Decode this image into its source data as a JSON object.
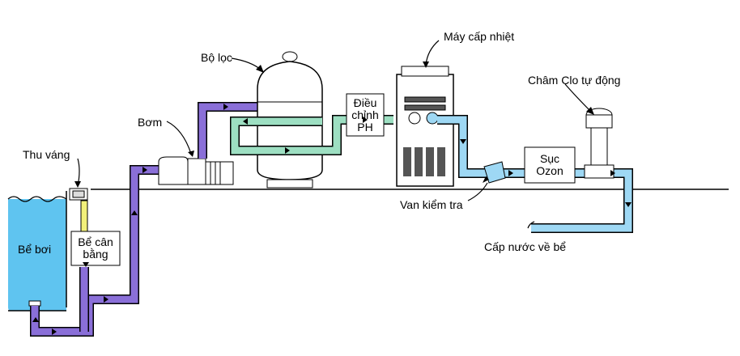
{
  "labels": {
    "thu_vang": "Thu váng",
    "be_boi": "Bể bơi",
    "be_can_bang_1": "Bể cân",
    "be_can_bang_2": "bằng",
    "bom": "Bơm",
    "bo_loc": "Bộ lọc",
    "dieu_chinh_ph_1": "Điều",
    "dieu_chinh_ph_2": "chỉnh",
    "dieu_chinh_ph_3": "PH",
    "may_cap_nhiet": "Máy cấp nhiệt",
    "cham_clo": "Châm Clo tự động",
    "suc_ozon_1": "Sục",
    "suc_ozon_2": "Ozon",
    "van_kiem_tra": "Van kiểm tra",
    "cap_nuoc_ve_be": "Cấp nước về bể"
  },
  "colors": {
    "pool_water": "#5fc4f0",
    "suction_pipe": "#8a6fd8",
    "filter_pipe": "#9ddfc2",
    "return_pipe": "#9ed8f4",
    "balance_pipe": "#f2f07a",
    "outline": "#000000"
  }
}
